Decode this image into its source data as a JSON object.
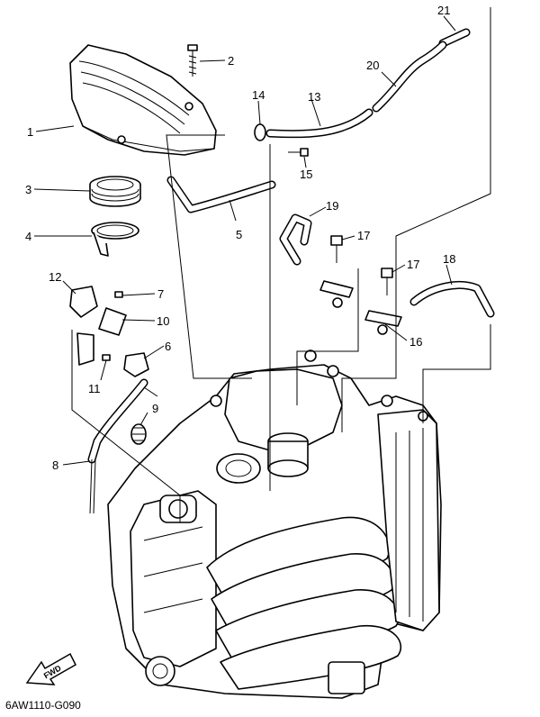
{
  "diagram": {
    "callouts": {
      "p1": "1",
      "p2": "2",
      "p3": "3",
      "p4": "4",
      "p5": "5",
      "p6": "6",
      "p7": "7",
      "p8": "8",
      "p9": "9",
      "p10": "10",
      "p11": "11",
      "p12": "12",
      "p13": "13",
      "p14": "14",
      "p15": "15",
      "p16": "16",
      "p17a": "17",
      "p17b": "17",
      "p18": "18",
      "p19": "19",
      "p20": "20",
      "p21": "21"
    },
    "direction_marker": "FWD",
    "figure_code": "6AW1110-G090"
  }
}
